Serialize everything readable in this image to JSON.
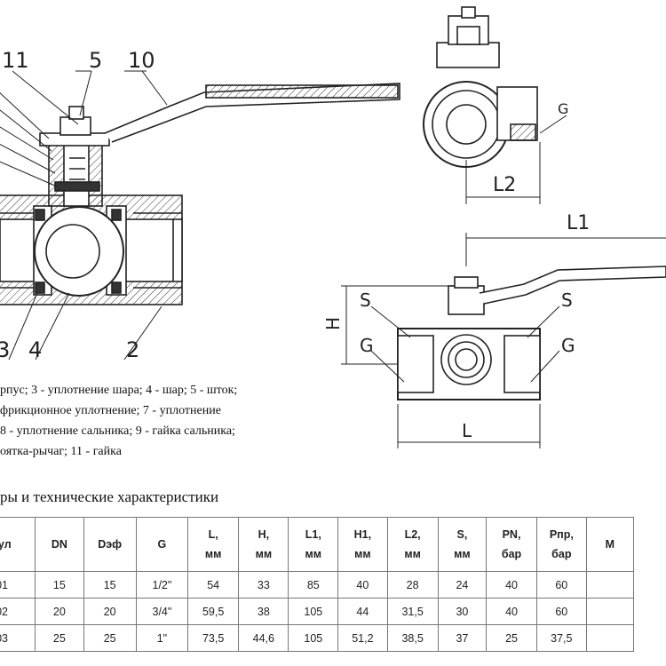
{
  "callouts": {
    "n11": "11",
    "n5": "5",
    "n10": "10",
    "n3": "3",
    "n4": "4",
    "n2": "2"
  },
  "dims": {
    "G": "G",
    "L2": "L2",
    "L1": "L1",
    "H": "H",
    "S": "S",
    "L": "L"
  },
  "legend": [
    "рпус; 3 - уплотнение шара; 4 - шар; 5 - шток;",
    "фрикционное уплотнение; 7 - уплотнение",
    "8 - уплотнение сальника; 9 - гайка сальника;",
    "оятка-рычаг; 11 - гайка"
  ],
  "table_title": "ры и технические характеристики",
  "table": {
    "headers": [
      [
        "тул"
      ],
      [
        "DN"
      ],
      [
        "Dэф"
      ],
      [
        "G"
      ],
      [
        "L,",
        "мм"
      ],
      [
        "H,",
        "мм"
      ],
      [
        "L1,",
        "мм"
      ],
      [
        "H1,",
        "мм"
      ],
      [
        "L2,",
        "мм"
      ],
      [
        "S,",
        "мм"
      ],
      [
        "PN,",
        "бар"
      ],
      [
        "Pпр,",
        "бар"
      ],
      [
        "M"
      ]
    ],
    "rows": [
      [
        "01",
        "15",
        "15",
        "1/2\"",
        "54",
        "33",
        "85",
        "40",
        "28",
        "24",
        "40",
        "60",
        ""
      ],
      [
        "02",
        "20",
        "20",
        "3/4\"",
        "59,5",
        "38",
        "105",
        "44",
        "31,5",
        "30",
        "40",
        "60",
        ""
      ],
      [
        "03",
        "25",
        "25",
        "1\"",
        "73,5",
        "44,6",
        "105",
        "51,2",
        "38,5",
        "37",
        "25",
        "37,5",
        ""
      ]
    ]
  }
}
